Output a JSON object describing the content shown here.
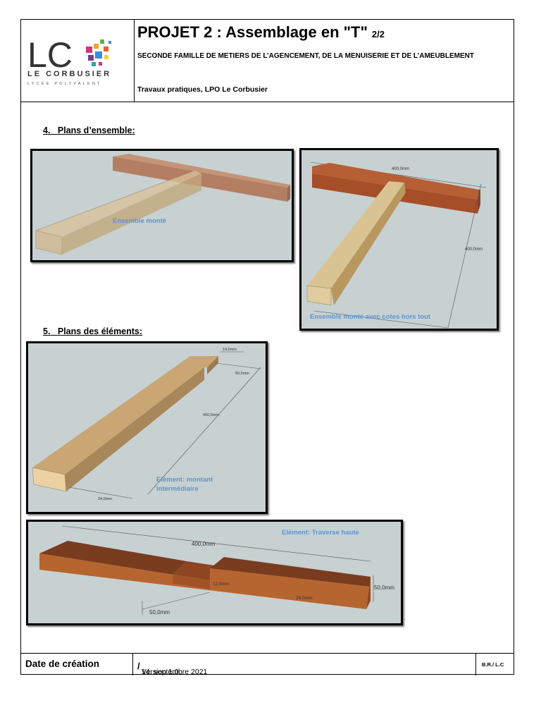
{
  "header": {
    "logo": {
      "mark": "LC",
      "name": "LE CORBUSIER",
      "tagline": "LYCÉE POLYVALENT"
    },
    "title": "PROJET 2 : Assemblage en \"T\"",
    "page": "2/2",
    "subtitle": "SECONDE FAMILLE DE METIERS DE L’AGENCEMENT, DE LA MENUISERIE ET DE L’AMEUBLEMENT",
    "course": "Travaux pratiques, LPO Le Corbusier"
  },
  "sections": [
    {
      "number": "4.",
      "title": "Plans d’ensemble:"
    },
    {
      "number": "5.",
      "title": "Plans des éléments:"
    }
  ],
  "figures": {
    "ensemble": {
      "caption": "Ensemble monté"
    },
    "ensemble_cotes": {
      "caption": "Ensemble monté avec cotes hors tout",
      "dim_top": "400,0mm",
      "dim_side": "400,0mm"
    },
    "montant": {
      "caption_line1": "Elément: montant",
      "caption_line2": "intermédiaire",
      "dim_end": "14,0mm",
      "dim_tenon": "50,0mm",
      "dim_length": "400,0mm",
      "dim_width": "24,0mm"
    },
    "traverse": {
      "caption": "Elément: Traverse haute",
      "dim_length": "400,0mm",
      "dim_height": "50,0mm",
      "dim_notch": "50,0mm",
      "dim_depth": "12,0mm",
      "dim_thick": "24,0mm"
    }
  },
  "footer": {
    "label": "Date de création",
    "version": "Version 1.0",
    "separator": "/",
    "date": "14. septembre 2021",
    "author": "B.R./ L.C"
  },
  "colors": {
    "background_panel": "#c7d1d2",
    "wood_light": "#c7a879",
    "wood_dark": "#a6522c",
    "caption_blue": "#5b95d3"
  }
}
